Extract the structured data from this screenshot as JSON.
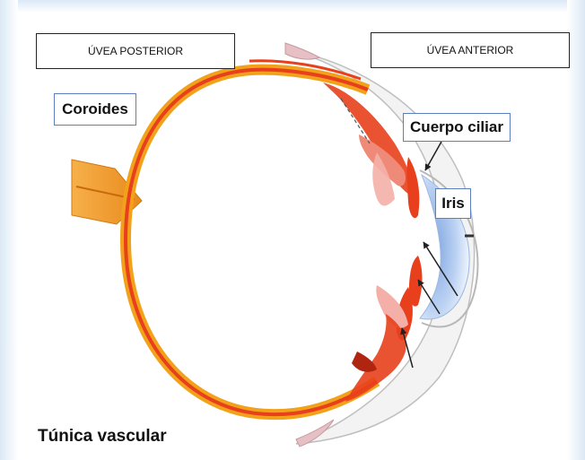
{
  "labels": {
    "uvea_posterior": "ÚVEA POSTERIOR",
    "uvea_anterior": "ÚVEA ANTERIOR",
    "coroides": "Coroides",
    "cuerpo_ciliar": "Cuerpo ciliar",
    "iris": "Iris",
    "caption": "Túnica vascular"
  },
  "colors": {
    "choroid": "#e8401c",
    "sclera": "#f2a21a",
    "optic_nerve": "#f0a030",
    "cornea_tint": "#a9c4ec",
    "box_border_blue": "#5b7fc0"
  }
}
